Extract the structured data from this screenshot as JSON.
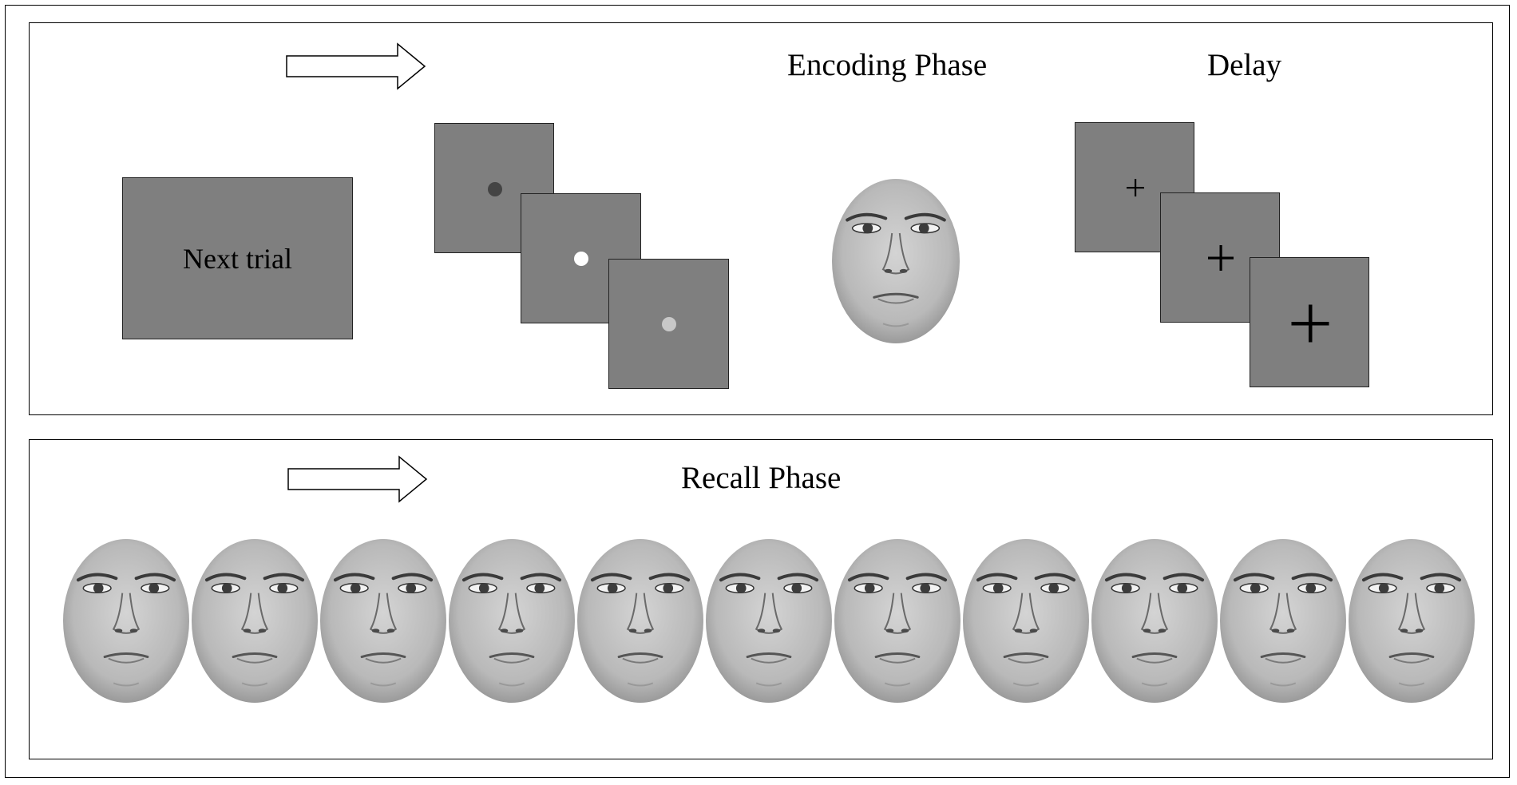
{
  "top_panel": {
    "encoding_label": "Encoding Phase",
    "delay_label": "Delay",
    "next_trial_label": "Next trial",
    "encoding_dots": [
      {
        "color": "#444444"
      },
      {
        "color": "#ffffff"
      },
      {
        "color": "#c8c8c8"
      }
    ],
    "delay_crosses": [
      "small",
      "medium",
      "large"
    ]
  },
  "bottom_panel": {
    "recall_label": "Recall Phase",
    "face_count": 11
  },
  "colors": {
    "screen_gray": "#7f7f7f",
    "face_skin": "#b9b9b9"
  }
}
